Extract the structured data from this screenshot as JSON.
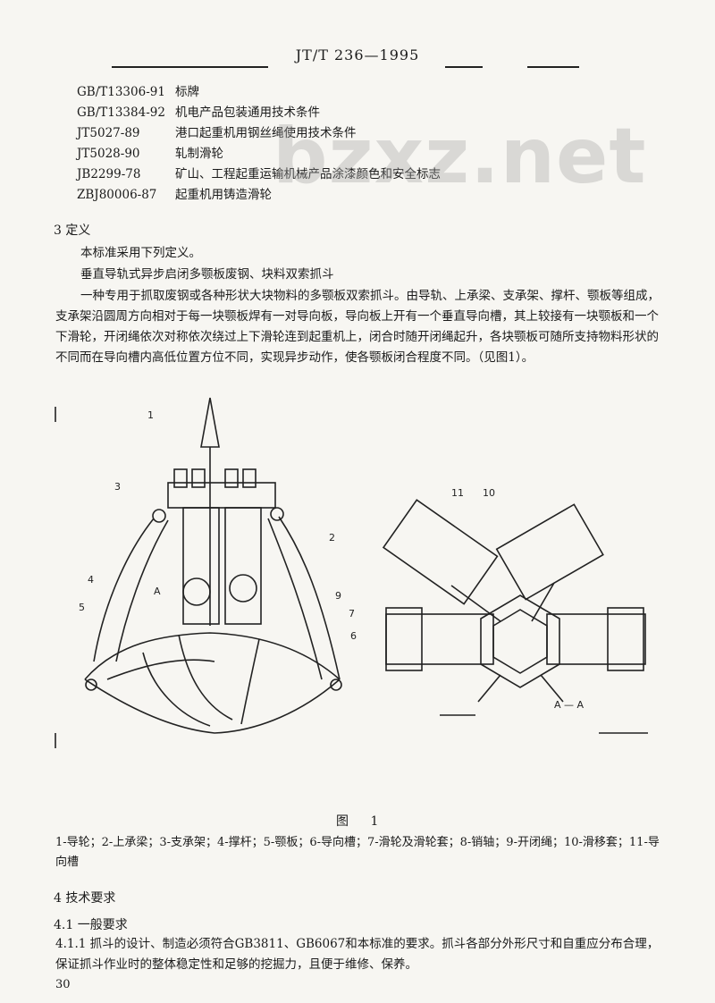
{
  "header": {
    "code": "JT/T 236—1995"
  },
  "references": [
    {
      "code": "GB/T13306-91",
      "title": "标牌"
    },
    {
      "code": "GB/T13384-92",
      "title": "机电产品包装通用技术条件"
    },
    {
      "code": "JT5027-89",
      "title": "港口起重机用钢丝绳使用技术条件"
    },
    {
      "code": "JT5028-90",
      "title": "轧制滑轮"
    },
    {
      "code": "JB2299-78",
      "title": "矿山、工程起重运输机械产品涂漆颜色和安全标志"
    },
    {
      "code": "ZBJ80006-87",
      "title": "起重机用铸造滑轮"
    }
  ],
  "watermark": "bzxz.net",
  "section3": {
    "heading": "3  定义",
    "intro": "本标准采用下列定义。",
    "term": "垂直导轨式异步启闭多颚板废钢、块料双索抓斗",
    "definition": "一种专用于抓取废钢或各种形状大块物料的多颚板双索抓斗。由导轨、上承梁、支承架、撑杆、颚板等组成，支承架沿圆周方向相对于每一块颚板焊有一对导向板，导向板上开有一个垂直导向槽，其上较接有一块颚板和一个下滑轮，开闭绳依次对称依次绕过上下滑轮连到起重机上，闭合时随开闭绳起升，各块颚板可随所支持物料形状的不同而在导向槽内高低位置方位不同，实现异步动作，使各颚板闭合程度不同。（见图1）。"
  },
  "figure": {
    "title": "图  1",
    "left_labels": [
      "1",
      "3",
      "2",
      "4",
      "5",
      "9",
      "7",
      "6"
    ],
    "right_labels": [
      "11",
      "10"
    ],
    "section_a": "A",
    "section_view": "A — A",
    "caption": "1-导轮；2-上承梁；3-支承架；4-撑杆；5-颚板；6-导向槽；7-滑轮及滑轮套；8-销轴；9-开闭绳；10-滑移套；11-导向槽"
  },
  "section4": {
    "heading": "4  技术要求",
    "sub1": "4.1  一般要求",
    "clause": "4.1.1  抓斗的设计、制造必须符合GB3811、GB6067和本标准的要求。抓斗各部分外形尺寸和自重应分布合理，保证抓斗作业时的整体稳定性和足够的挖掘力，且便于维修、保养。"
  },
  "page_number": "30"
}
